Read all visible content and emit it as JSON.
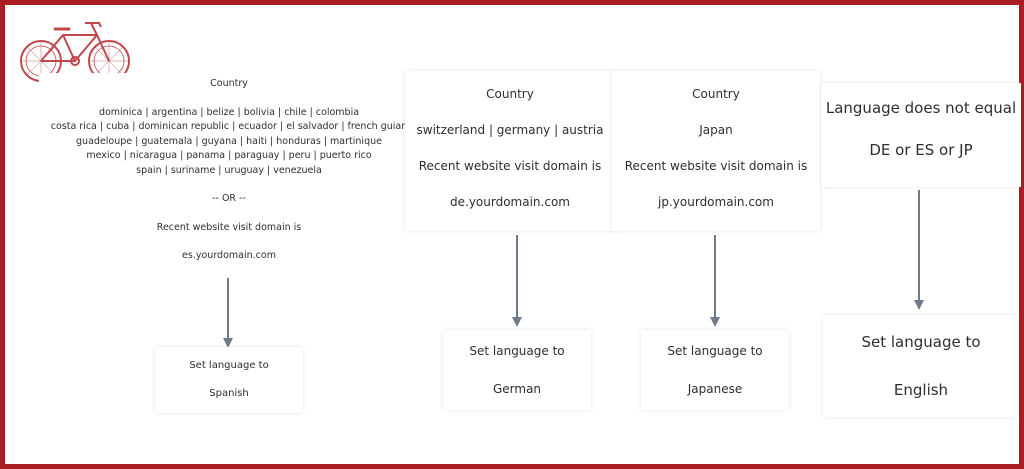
{
  "colors": {
    "frame": "#a81e22",
    "arrow": "#6e7b88",
    "bike": "#c0474a"
  },
  "logo": {
    "icon": "bicycle-icon"
  },
  "spanish": {
    "condition": {
      "country_label": "Country",
      "countries": [
        "dominica | argentina  | belize  | bolivia | chile  | colombia",
        "costa rica  | cuba  | dominican republic  | ecuador  | el salvador  | french guian",
        "guadeloupe  | guatemala  | guyana  | haiti  | honduras  | martinique",
        "mexico  | nicaragua  | panama  | paraguay  | peru  | puerto rico",
        "spain  | suriname  | uruguay  | venezuela"
      ],
      "or_label": "-- OR --",
      "domain_label": "Recent website visit domain is",
      "domain": "es.yourdomain.com"
    },
    "result": {
      "line1": "Set language to",
      "line2": "Spanish"
    }
  },
  "german": {
    "condition": {
      "country_label": "Country",
      "countries": "switzerland | germany | austria",
      "domain_label": "Recent website visit domain is",
      "domain": "de.yourdomain.com"
    },
    "result": {
      "line1": "Set language to",
      "line2": "German"
    }
  },
  "japanese": {
    "condition": {
      "country_label": "Country",
      "countries": "Japan",
      "domain_label": "Recent website visit domain is",
      "domain": "jp.yourdomain.com"
    },
    "result": {
      "line1": "Set language to",
      "line2": "Japanese"
    }
  },
  "english": {
    "condition": {
      "line1": "Language does not equal",
      "line2": "DE or ES or JP"
    },
    "result": {
      "line1": "Set language to",
      "line2": "English"
    }
  }
}
